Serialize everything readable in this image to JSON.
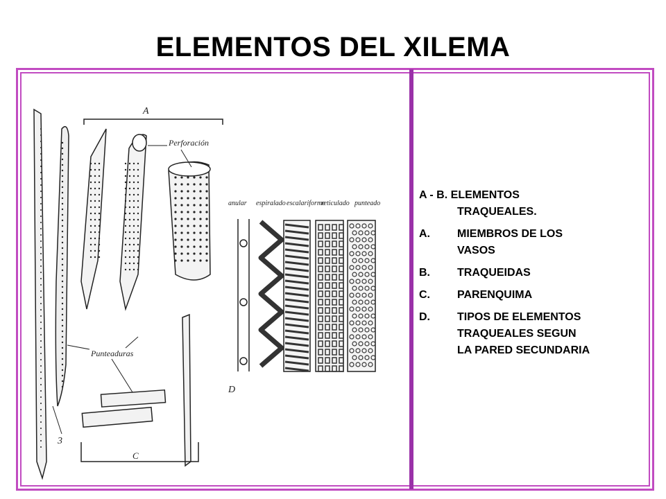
{
  "title": "ELEMENTOS DEL XILEMA",
  "figure": {
    "label_a": "A",
    "label_c": "C",
    "label_d": "D",
    "label_3": "3",
    "perforacion": "Perforación",
    "punteaduras": "Punteaduras",
    "types": [
      "anular",
      "espiralado",
      "escalariforme",
      "reticulado",
      "punteado"
    ]
  },
  "legend": {
    "intro_key": "A - B.",
    "intro_line1": "ELEMENTOS",
    "intro_line2": "TRAQUEALES.",
    "items": [
      {
        "key": "A.",
        "text_line1": "MIEMBROS DE LOS",
        "text_line2": "VASOS"
      },
      {
        "key": "B.",
        "text_line1": "TRAQUEIDAS",
        "text_line2": ""
      },
      {
        "key": "C.",
        "text_line1": "PARENQUIMA",
        "text_line2": ""
      },
      {
        "key": "D.",
        "text_line1": "TIPOS DE ELEMENTOS",
        "text_line2": "TRAQUEALES SEGUN",
        "text_line3": "LA PARED SECUNDARIA"
      }
    ]
  },
  "colors": {
    "frame": "#c14bc1",
    "divider": "#9a31a8"
  }
}
